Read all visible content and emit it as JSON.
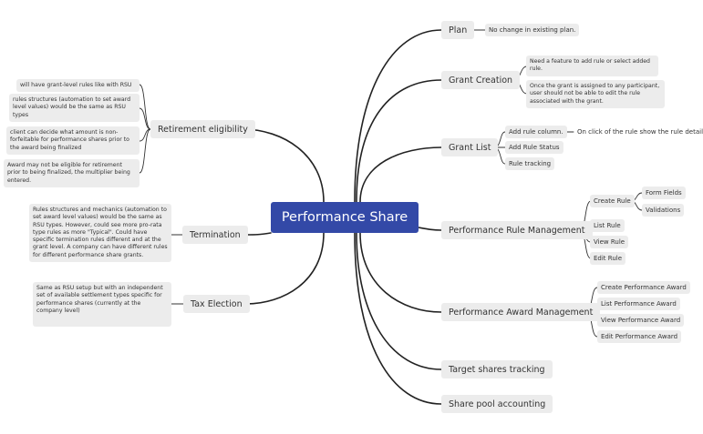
{
  "root": "Performance Share",
  "left": {
    "retirement": {
      "label": "Retirement eligibility",
      "notes": [
        "will have grant-level rules like with RSU",
        "rules structures (automation to set award level values) would be the same as RSU types",
        "client can decide what amount is non-forfeitable for performance shares prior to the award being finalized",
        "Award may not be eligible for retirement prior to being finalized, the multiplier being entered."
      ]
    },
    "termination": {
      "label": "Termination",
      "note": "Rules structures and mechanics (automation to set award level values) would be the same as RSU types. However, could see more pro-rata type rules as more \"Typical\". Could have specific termination rules different and at the grant level. A company can have different rules for different performance share grants."
    },
    "tax_election": {
      "label": "Tax Election",
      "note": "Same as RSU setup but with an independent set of available settlement types specific for performance shares (currently at the company level)"
    }
  },
  "right": {
    "plan": {
      "label": "Plan",
      "note": "No change in existing plan."
    },
    "grant_creation": {
      "label": "Grant Creation",
      "notes": [
        "Need a feature to add rule or select added rule.",
        "Once the grant is assigned to any participant, user should not be able to edit the rule associated with the grant."
      ]
    },
    "grant_list": {
      "label": "Grant List",
      "add_rule_column": "Add rule column.",
      "add_rule_column_note": "On click of the rule show the rule details",
      "add_rule_status": "Add Rule Status",
      "rule_tracking": "Rule tracking"
    },
    "rule_mgmt": {
      "label": "Performance Rule Management",
      "create_rule": "Create Rule",
      "form_fields": "Form Fields",
      "validations": "Validations",
      "list_rule": "List Rule",
      "view_rule": "View Rule",
      "edit_rule": "Edit Rule"
    },
    "award_mgmt": {
      "label": "Performance Award Management",
      "create": "Create Performance Award",
      "list": "List Performance Award",
      "view": "View Performance Award",
      "edit": "Edit Performance Award"
    },
    "target_shares": {
      "label": "Target shares tracking"
    },
    "share_pool": {
      "label": "Share pool accounting"
    }
  }
}
